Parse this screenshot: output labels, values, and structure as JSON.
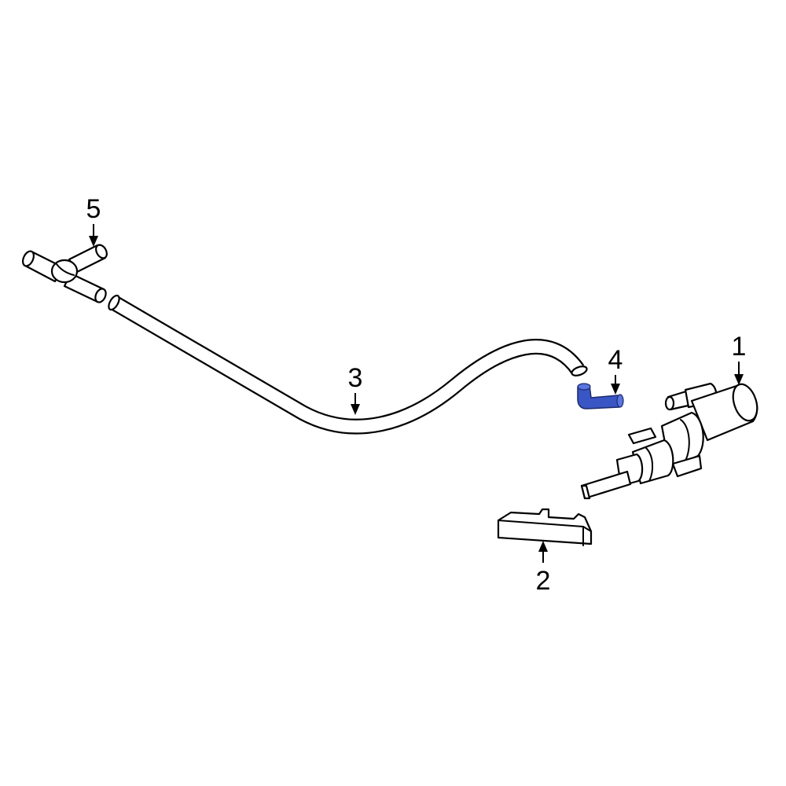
{
  "callouts": [
    {
      "id": "1",
      "label": "1"
    },
    {
      "id": "2",
      "label": "2"
    },
    {
      "id": "3",
      "label": "3"
    },
    {
      "id": "4",
      "label": "4"
    },
    {
      "id": "5",
      "label": "5"
    }
  ],
  "colors": {
    "highlight": "#3a55c4",
    "outline": "#000000",
    "background": "#ffffff"
  }
}
